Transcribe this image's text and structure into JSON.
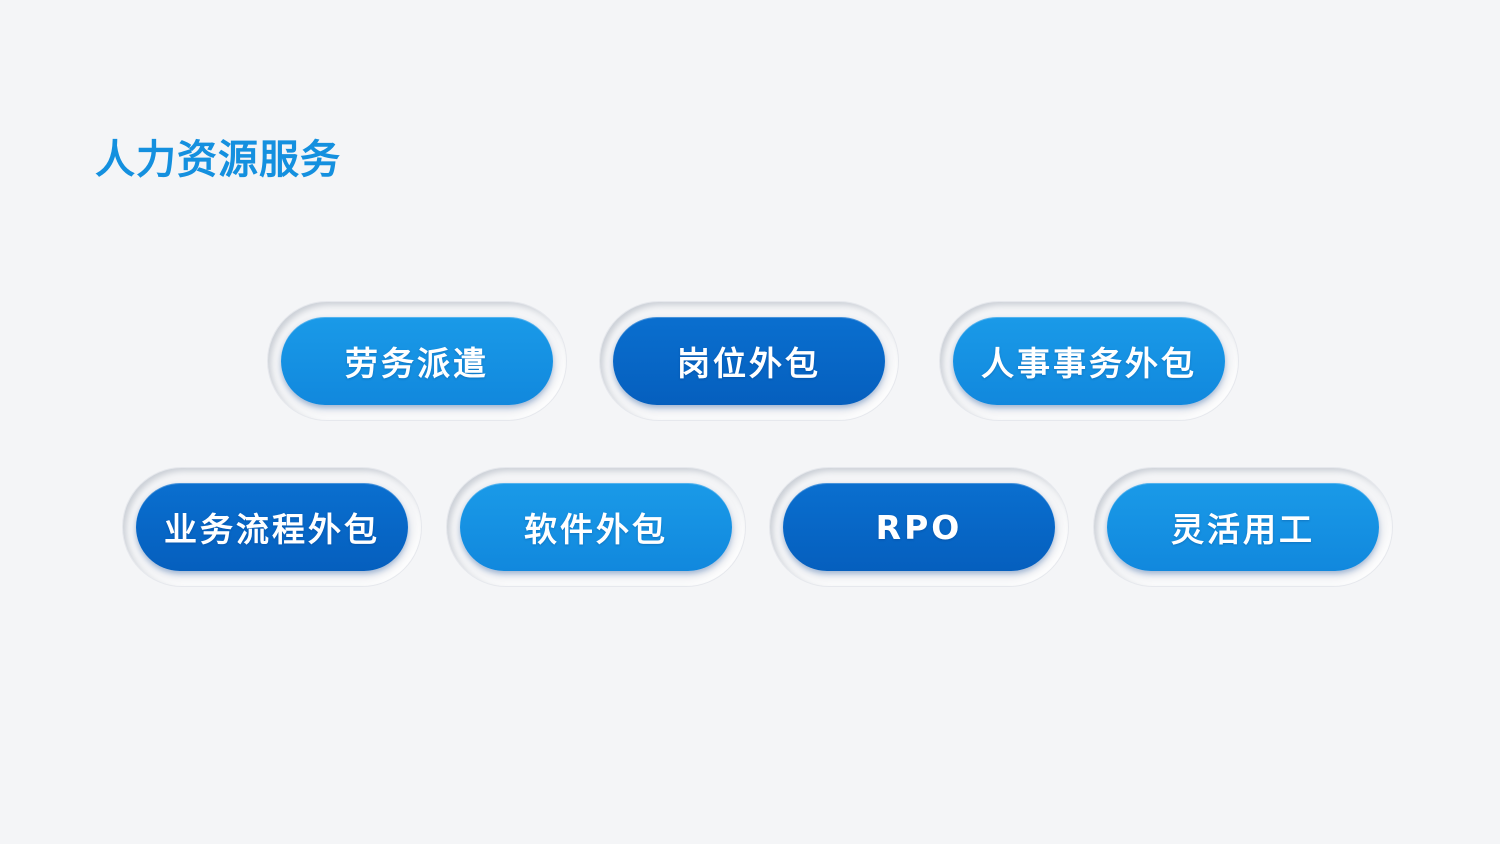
{
  "title": "人力资源服务",
  "colors": {
    "background": "#f4f5f7",
    "title": "#1490df",
    "pill_light": "#1188dd",
    "pill_dark": "#055fbe",
    "label": "#ffffff"
  },
  "services": [
    {
      "label": "劳务派遣",
      "style": "light"
    },
    {
      "label": "岗位外包",
      "style": "dark"
    },
    {
      "label": "人事事务外包",
      "style": "light"
    },
    {
      "label": "业务流程外包",
      "style": "dark"
    },
    {
      "label": "软件外包",
      "style": "light"
    },
    {
      "label": "RPO",
      "style": "dark"
    },
    {
      "label": "灵活用工",
      "style": "light"
    }
  ]
}
